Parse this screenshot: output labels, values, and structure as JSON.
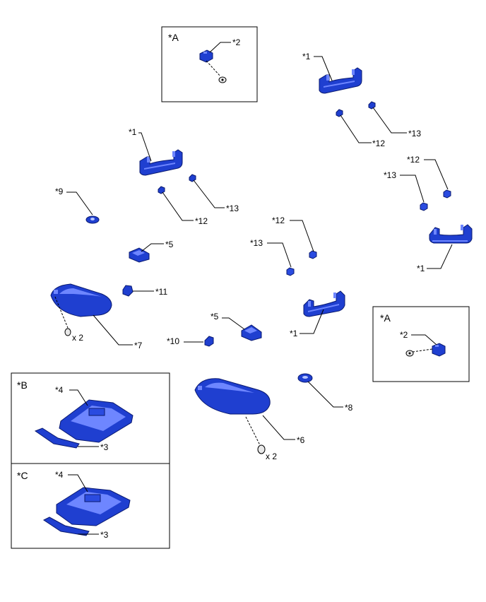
{
  "callouts": {
    "c1": "*1",
    "c2": "*2",
    "c3": "*3",
    "c4": "*4",
    "c5": "*5",
    "c6": "*6",
    "c7": "*7",
    "c8": "*8",
    "c9": "*9",
    "c10": "*10",
    "c11": "*11",
    "c12": "*12",
    "c13": "*13"
  },
  "boxes": {
    "a": "*A",
    "b": "*B",
    "c": "*C"
  },
  "quantity": "x 2"
}
